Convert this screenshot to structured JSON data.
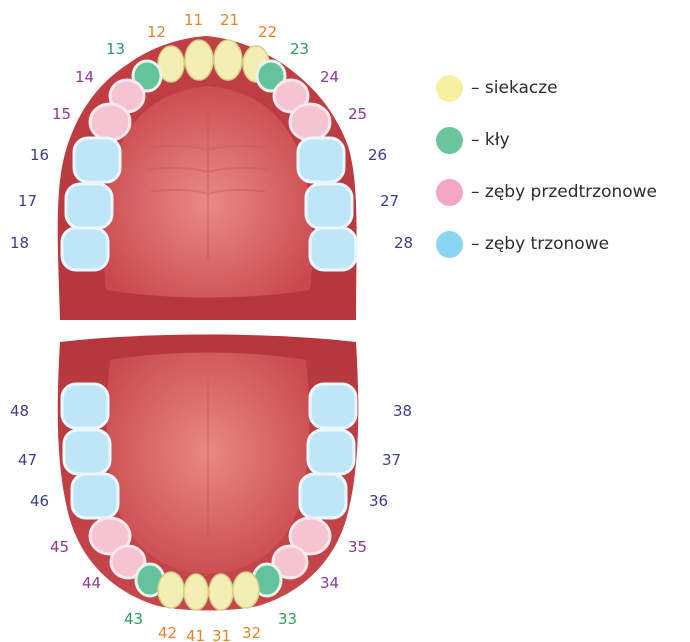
{
  "colors": {
    "incisor_fill": "#f3efb4",
    "canine_fill": "#64c39a",
    "premolar_fill": "#f6c3d2",
    "molar_fill": "#bfe6f7",
    "gum": "#c9474d",
    "palate": "#d86a6a",
    "label_orange": "#e2842a",
    "label_green": "#2c9e5a",
    "label_purple": "#8e3b8f",
    "label_blue": "#3e3d8f"
  },
  "legend": [
    {
      "symbol": "–",
      "label": "siekacze",
      "color": "#f6f1a2",
      "icon": "incisor-dot"
    },
    {
      "symbol": "–",
      "label": "kły",
      "color": "#6cc49c",
      "icon": "canine-dot"
    },
    {
      "symbol": "–",
      "label": "zęby przedtrzonowe",
      "color": "#f3a6c3",
      "icon": "premolar-dot"
    },
    {
      "symbol": "–",
      "label": "zęby trzonowe",
      "color": "#8ad6f2",
      "icon": "molar-dot"
    }
  ],
  "upper_teeth": [
    {
      "number": "11",
      "type": "incisor"
    },
    {
      "number": "12",
      "type": "incisor"
    },
    {
      "number": "13",
      "type": "canine"
    },
    {
      "number": "14",
      "type": "premolar"
    },
    {
      "number": "15",
      "type": "premolar"
    },
    {
      "number": "16",
      "type": "molar"
    },
    {
      "number": "17",
      "type": "molar"
    },
    {
      "number": "18",
      "type": "molar"
    },
    {
      "number": "21",
      "type": "incisor"
    },
    {
      "number": "22",
      "type": "incisor"
    },
    {
      "number": "23",
      "type": "canine"
    },
    {
      "number": "24",
      "type": "premolar"
    },
    {
      "number": "25",
      "type": "premolar"
    },
    {
      "number": "26",
      "type": "molar"
    },
    {
      "number": "27",
      "type": "molar"
    },
    {
      "number": "28",
      "type": "molar"
    }
  ],
  "lower_teeth": [
    {
      "number": "31",
      "type": "incisor"
    },
    {
      "number": "32",
      "type": "incisor"
    },
    {
      "number": "33",
      "type": "canine"
    },
    {
      "number": "34",
      "type": "premolar"
    },
    {
      "number": "35",
      "type": "premolar"
    },
    {
      "number": "36",
      "type": "molar"
    },
    {
      "number": "37",
      "type": "molar"
    },
    {
      "number": "38",
      "type": "molar"
    },
    {
      "number": "41",
      "type": "incisor"
    },
    {
      "number": "42",
      "type": "incisor"
    },
    {
      "number": "43",
      "type": "canine"
    },
    {
      "number": "44",
      "type": "premolar"
    },
    {
      "number": "45",
      "type": "premolar"
    },
    {
      "number": "46",
      "type": "molar"
    },
    {
      "number": "47",
      "type": "molar"
    },
    {
      "number": "48",
      "type": "molar"
    }
  ]
}
